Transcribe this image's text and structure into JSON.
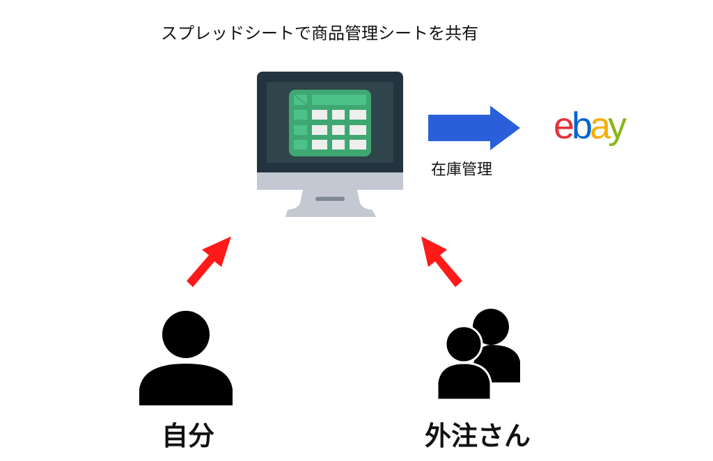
{
  "title": "スプレッドシートで商品管理シートを共有",
  "arrow_label": "在庫管理",
  "logo": {
    "letters": [
      "e",
      "b",
      "a",
      "y"
    ],
    "colors": [
      "#e53238",
      "#0064d2",
      "#f5af02",
      "#86b817"
    ]
  },
  "people": {
    "self_label": "自分",
    "outsource_label": "外注さん"
  },
  "colors": {
    "blue_arrow": "#2a5fd9",
    "red_arrow": "#ff1a1a",
    "monitor_frame": "#243340",
    "sheet_green": "#3fa772"
  }
}
